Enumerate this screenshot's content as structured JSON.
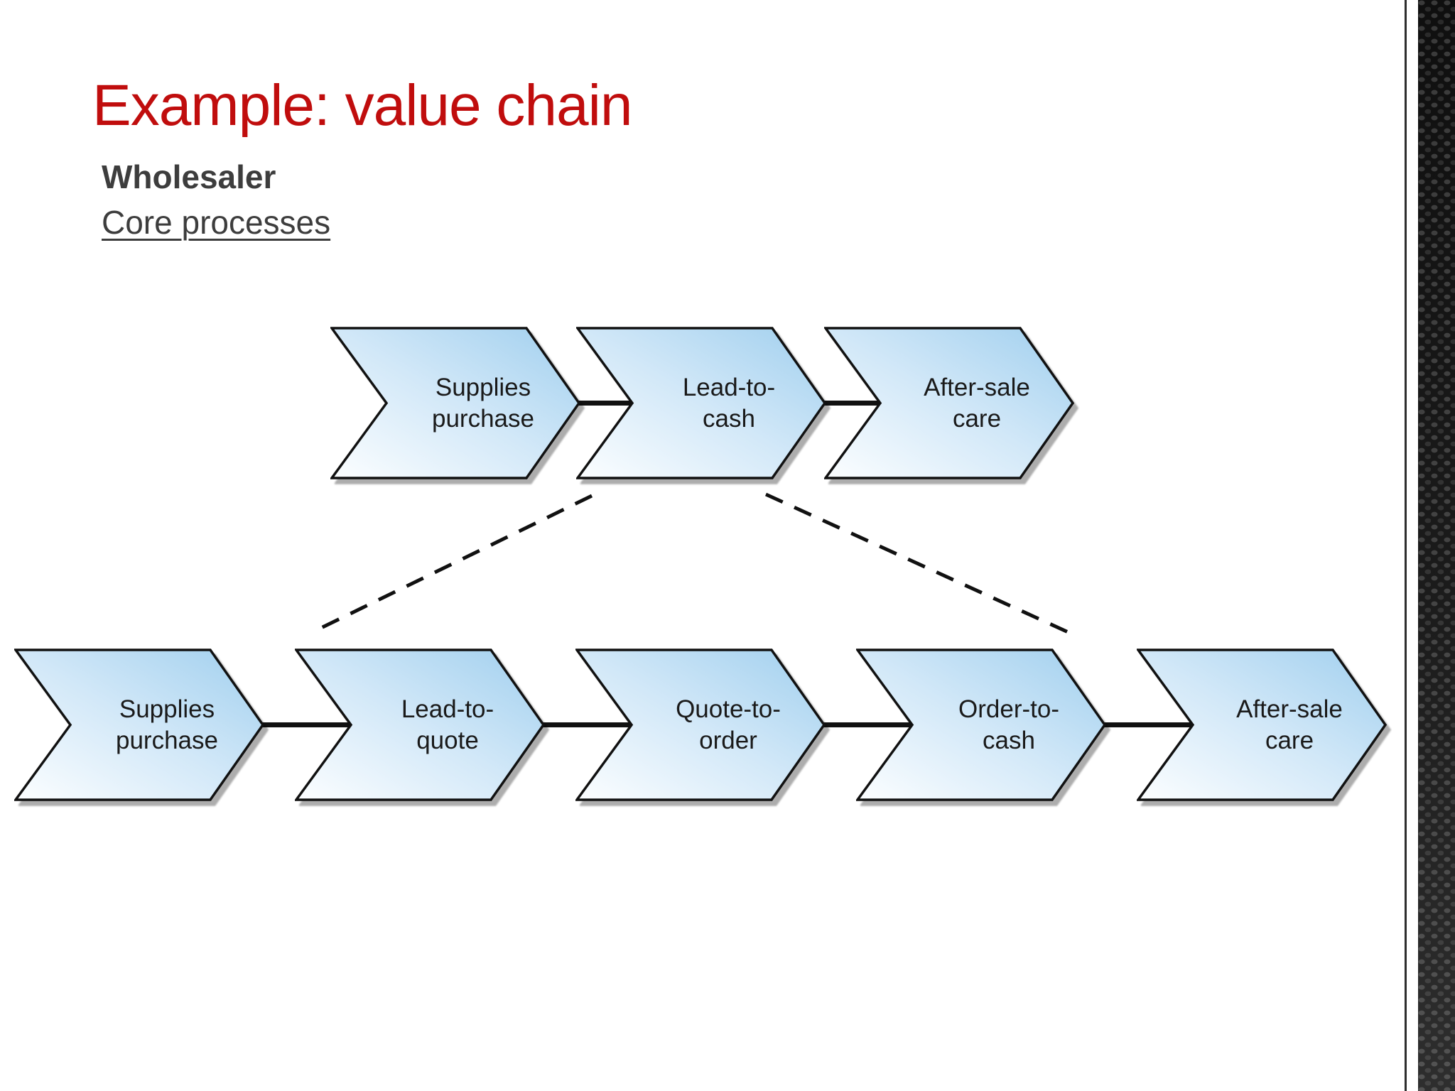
{
  "slide": {
    "title": "Example: value chain",
    "heading": "Wholesaler",
    "subheading": "Core processes"
  },
  "diagram": {
    "top_row": [
      {
        "label": "Supplies\npurchase"
      },
      {
        "label": "Lead-to-\ncash"
      },
      {
        "label": "After-sale\ncare"
      }
    ],
    "bottom_row": [
      {
        "label": "Supplies\npurchase"
      },
      {
        "label": "Lead-to-\nquote"
      },
      {
        "label": "Quote-to-\norder"
      },
      {
        "label": "Order-to-\ncash"
      },
      {
        "label": "After-sale\ncare"
      }
    ]
  },
  "colors": {
    "title_red": "#c00d0d",
    "heading_gray": "#3d3d3d",
    "chevron_fill_light": "#fcfeff",
    "chevron_fill_mid": "#d2e8f8",
    "chevron_fill_blue": "#a0cfee",
    "chevron_stroke": "#111111",
    "connector_black": "#111111",
    "edge_texture_dark": "#0f0f0f"
  }
}
